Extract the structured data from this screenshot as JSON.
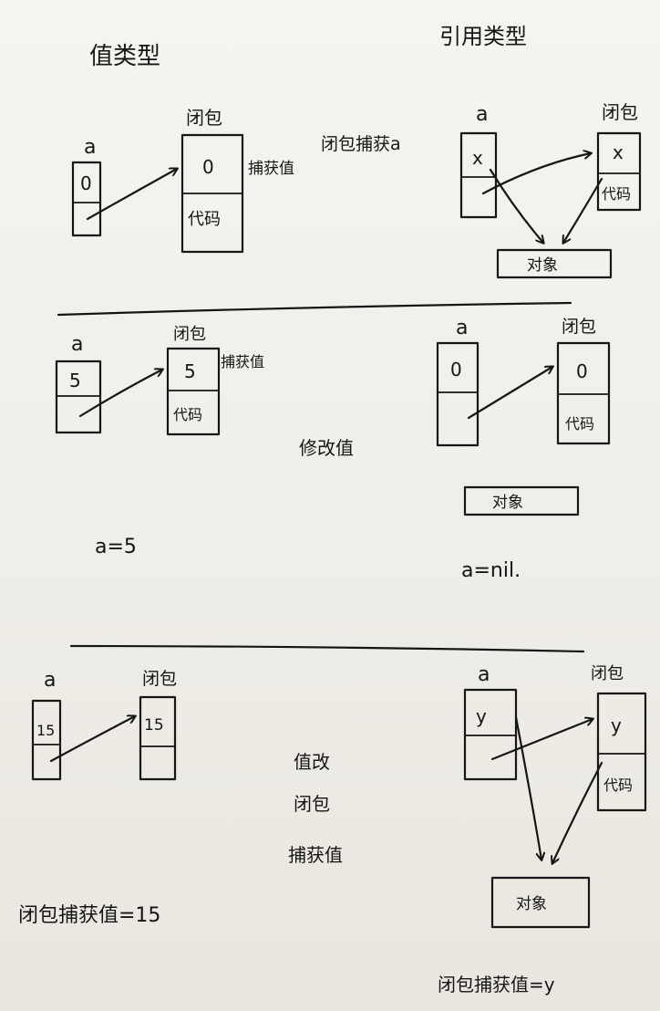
{
  "headers": {
    "value_type": "值类型",
    "reference_type": "引用类型"
  },
  "labels": {
    "var_a": "a",
    "closure": "闭包",
    "code": "代码",
    "object": "对象",
    "capture_value": "捕获值",
    "closure_captures_a": "闭包捕获a",
    "modify_value": "修改值",
    "value_change_closure_captures_value": [
      "值改",
      "闭包",
      "捕获值"
    ]
  },
  "section1": {
    "value": {
      "a_value": "0",
      "closure_value": "0"
    },
    "reference": {
      "a_value": "x",
      "closure_value": "x"
    }
  },
  "section2": {
    "value": {
      "a_value": "5",
      "closure_value": "5",
      "assignment": "a=5"
    },
    "reference": {
      "a_value": "0",
      "closure_value": "0",
      "assignment": "a=nil."
    }
  },
  "section3": {
    "value": {
      "a_value": "15",
      "closure_value": "15",
      "result": "闭包捕获值=15"
    },
    "reference": {
      "a_value": "y",
      "closure_value": "y",
      "result": "闭包捕获值=y"
    }
  }
}
